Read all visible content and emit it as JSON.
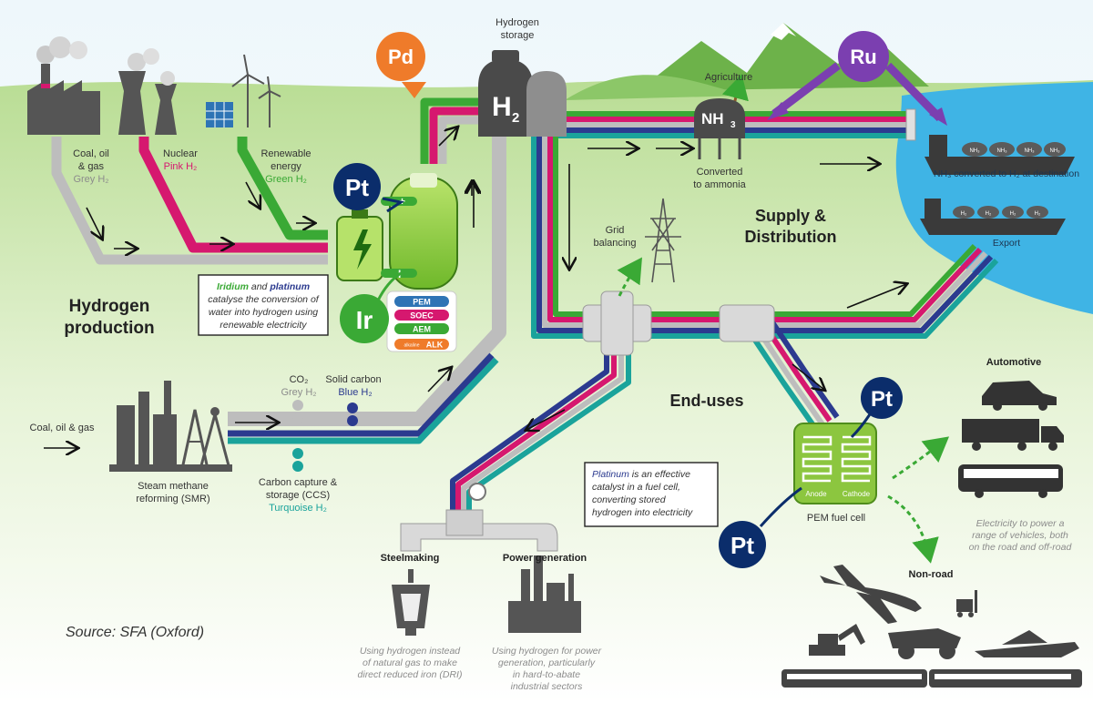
{
  "colors": {
    "grey": "#b7b7b7",
    "pink": "#d6186f",
    "green": "#3aa935",
    "blue": "#2b3a8f",
    "turquoise": "#1aa39b",
    "navy": "#0b2d6b",
    "orange": "#ef7b2a",
    "purple": "#7b3fb0",
    "sea": "#3fb4e5",
    "grass": "#c7e3a8"
  },
  "production": {
    "title_line1": "Hydrogen",
    "title_line2": "production",
    "coal_line1": "Coal, oil",
    "coal_line2": "& gas",
    "coal_type": "Grey H₂",
    "nuclear": "Nuclear",
    "nuclear_type": "Pink H₂",
    "renewable_line1": "Renewable",
    "renewable_line2": "energy",
    "renewable_type": "Green H₂",
    "smr_input": "Coal, oil & gas",
    "smr_line1": "Steam methane",
    "smr_line2": "reforming (SMR)",
    "co2": "CO₂",
    "co2_type": "Grey H₂",
    "solid_carbon": "Solid carbon",
    "solid_carbon_type": "Blue H₂",
    "ccs_line1": "Carbon capture &",
    "ccs_line2": "storage (CCS)",
    "ccs_type": "Turquoise H₂",
    "caption_iridium": "Iridium",
    "caption_and": " and ",
    "caption_platinum": "platinum",
    "caption_line1_rest": "",
    "caption_line2": "catalyse the conversion of",
    "caption_line3": "water into hydrogen using",
    "caption_line4": "renewable electricity",
    "electrolysers": [
      "PEM",
      "SOEC",
      "AEM",
      "ALK"
    ],
    "alk_prefix": "alkaline"
  },
  "metals": {
    "pt": "Pt",
    "ir": "Ir",
    "pd": "Pd",
    "ru": "Ru"
  },
  "storage": {
    "label_line1": "Hydrogen",
    "label_line2": "storage",
    "h2": "H",
    "h2_sub": "2"
  },
  "supply": {
    "title_line1": "Supply &",
    "title_line2": "Distribution",
    "agriculture": "Agriculture",
    "nh3": "NH",
    "nh3_sub": "3",
    "converted_line1": "Converted",
    "converted_line2": "to ammonia",
    "nh3_destination": "NH₃ converted to H₂ at destination",
    "export": "Export",
    "grid_line1": "Grid",
    "grid_line2": "balancing",
    "ship_tank_nh3": "NH₃",
    "ship_tank_h2": "H₂"
  },
  "enduses": {
    "title": "End-uses",
    "fuelcell_caption_platinum": "Platinum",
    "fuelcell_caption_line1_rest": " is an effective",
    "fuelcell_caption_line2": "catalyst in a fuel cell,",
    "fuelcell_caption_line3": "converting stored",
    "fuelcell_caption_line4": "hydrogen into electricity",
    "anode": "Anode",
    "cathode": "Cathode",
    "fuelcell": "PEM fuel cell",
    "automotive": "Automotive",
    "automotive_caption_line1": "Electricity to power a",
    "automotive_caption_line2": "range of vehicles, both",
    "automotive_caption_line3": "on the road and off-road",
    "nonroad": "Non-road",
    "steel": "Steelmaking",
    "steel_caption_line1": "Using hydrogen instead",
    "steel_caption_line2": "of natural gas to make",
    "steel_caption_line3": "direct reduced iron (DRI)",
    "power": "Power generation",
    "power_caption_line1": "Using hydrogen for power",
    "power_caption_line2": "generation, particularly",
    "power_caption_line3": "in hard-to-abate",
    "power_caption_line4": "industrial sectors"
  },
  "source": "Source: SFA (Oxford)"
}
